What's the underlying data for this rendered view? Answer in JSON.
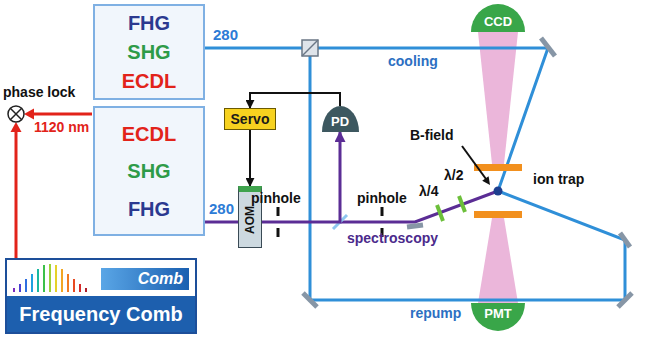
{
  "diagram": {
    "nodes": [
      {
        "text": [
          "FHG",
          "SHG",
          "ECDL"
        ]
      },
      {
        "text": [
          "ECDL",
          "SHG",
          "FHG"
        ]
      },
      {
        "text": [
          "Frequency Comb"
        ]
      },
      {
        "text": [
          "Comb"
        ],
        "in": 2
      },
      {
        "text": [
          "Servo"
        ]
      },
      {
        "text": [
          "AOM"
        ]
      },
      {
        "text": [
          "PD"
        ]
      },
      {
        "text": [
          "CCD"
        ]
      },
      {
        "text": [
          "PMT"
        ]
      }
    ],
    "edges": [
      {
        "from": 1,
        "to": 5,
        "arrow": "none",
        "label": "280"
      },
      {
        "from": 4,
        "to": 5,
        "arrow": "to"
      },
      {
        "from": 6,
        "to": 4,
        "arrow": "to"
      },
      {
        "from": 5,
        "to": 6,
        "arrow": "to"
      }
    ],
    "labels": [
      "280",
      "phase lock",
      "1120 nm",
      "cooling",
      "B-field",
      "ion trap",
      "λ/2",
      "λ/4",
      "pinhole",
      "pinhole",
      "spectroscopy",
      "repump"
    ]
  }
}
